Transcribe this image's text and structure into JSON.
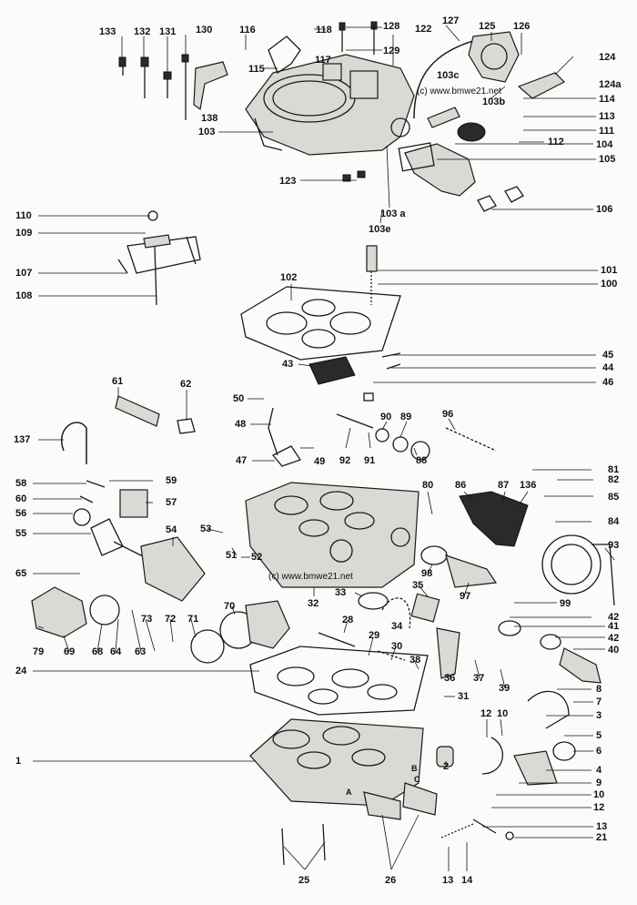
{
  "watermarks": [
    "(c) www.bmwe21.net",
    "(c) www.bmwe21.net"
  ],
  "part_numbers": {
    "p133": "133",
    "p132": "132",
    "p131": "131",
    "p130": "130",
    "p116": "116",
    "p118": "118",
    "p128": "128",
    "p127": "127",
    "p125": "125",
    "p126": "126",
    "p117": "117",
    "p129": "129",
    "p122": "122",
    "p115": "115",
    "p103c": "103c",
    "p124": "124",
    "p124a": "124a",
    "p138": "138",
    "p103b": "103b",
    "p114": "114",
    "p113": "113",
    "p103": "103",
    "p111": "111",
    "p112": "112",
    "p104": "104",
    "p105": "105",
    "p123": "123",
    "p103a": "103 a",
    "p106": "106",
    "p103e": "103e",
    "p110": "110",
    "p109": "109",
    "p107": "107",
    "p108": "108",
    "p101": "101",
    "p102": "102",
    "p100": "100",
    "p45": "45",
    "p43": "43",
    "p44": "44",
    "p46": "46",
    "p61": "61",
    "p62": "62",
    "p50": "50",
    "p48": "48",
    "p90": "90",
    "p89": "89",
    "p96": "96",
    "p137": "137",
    "p47": "47",
    "p49": "49",
    "p92": "92",
    "p91": "91",
    "p88": "88",
    "p81": "81",
    "p82": "82",
    "p58": "58",
    "p59": "59",
    "p60": "60",
    "p57": "57",
    "p56": "56",
    "p80": "80",
    "p86": "86",
    "p87": "87",
    "p136": "136",
    "p85": "85",
    "p55": "55",
    "p54": "54",
    "p53": "53",
    "p84": "84",
    "p93": "93",
    "p51": "51",
    "p52": "52",
    "p65": "65",
    "p32": "32",
    "p33": "33",
    "p98": "98",
    "p35": "35",
    "p97": "97",
    "p99": "99",
    "p70": "70",
    "p42a": "42",
    "p41": "41",
    "p42b": "42",
    "p40": "40",
    "p73": "73",
    "p72": "72",
    "p71": "71",
    "p28": "28",
    "p34": "34",
    "p79": "79",
    "p69": "69",
    "p68": "68",
    "p64": "64",
    "p63": "63",
    "p29": "29",
    "p30": "30",
    "p24": "24",
    "p38": "38",
    "p36": "36",
    "p37": "37",
    "p39": "39",
    "p31": "31",
    "p8": "8",
    "p7": "7",
    "p3": "3",
    "p12a": "12",
    "p10a": "10",
    "p5": "5",
    "p6": "6",
    "p1": "1",
    "p2": "2",
    "p4": "4",
    "p9": "9",
    "p10b": "10",
    "p12b": "12",
    "p13a": "13",
    "p21": "21",
    "p25": "25",
    "p26": "26",
    "p13b": "13",
    "p14": "14"
  },
  "annotations": {
    "a": "A",
    "b": "B",
    "c": "C"
  }
}
